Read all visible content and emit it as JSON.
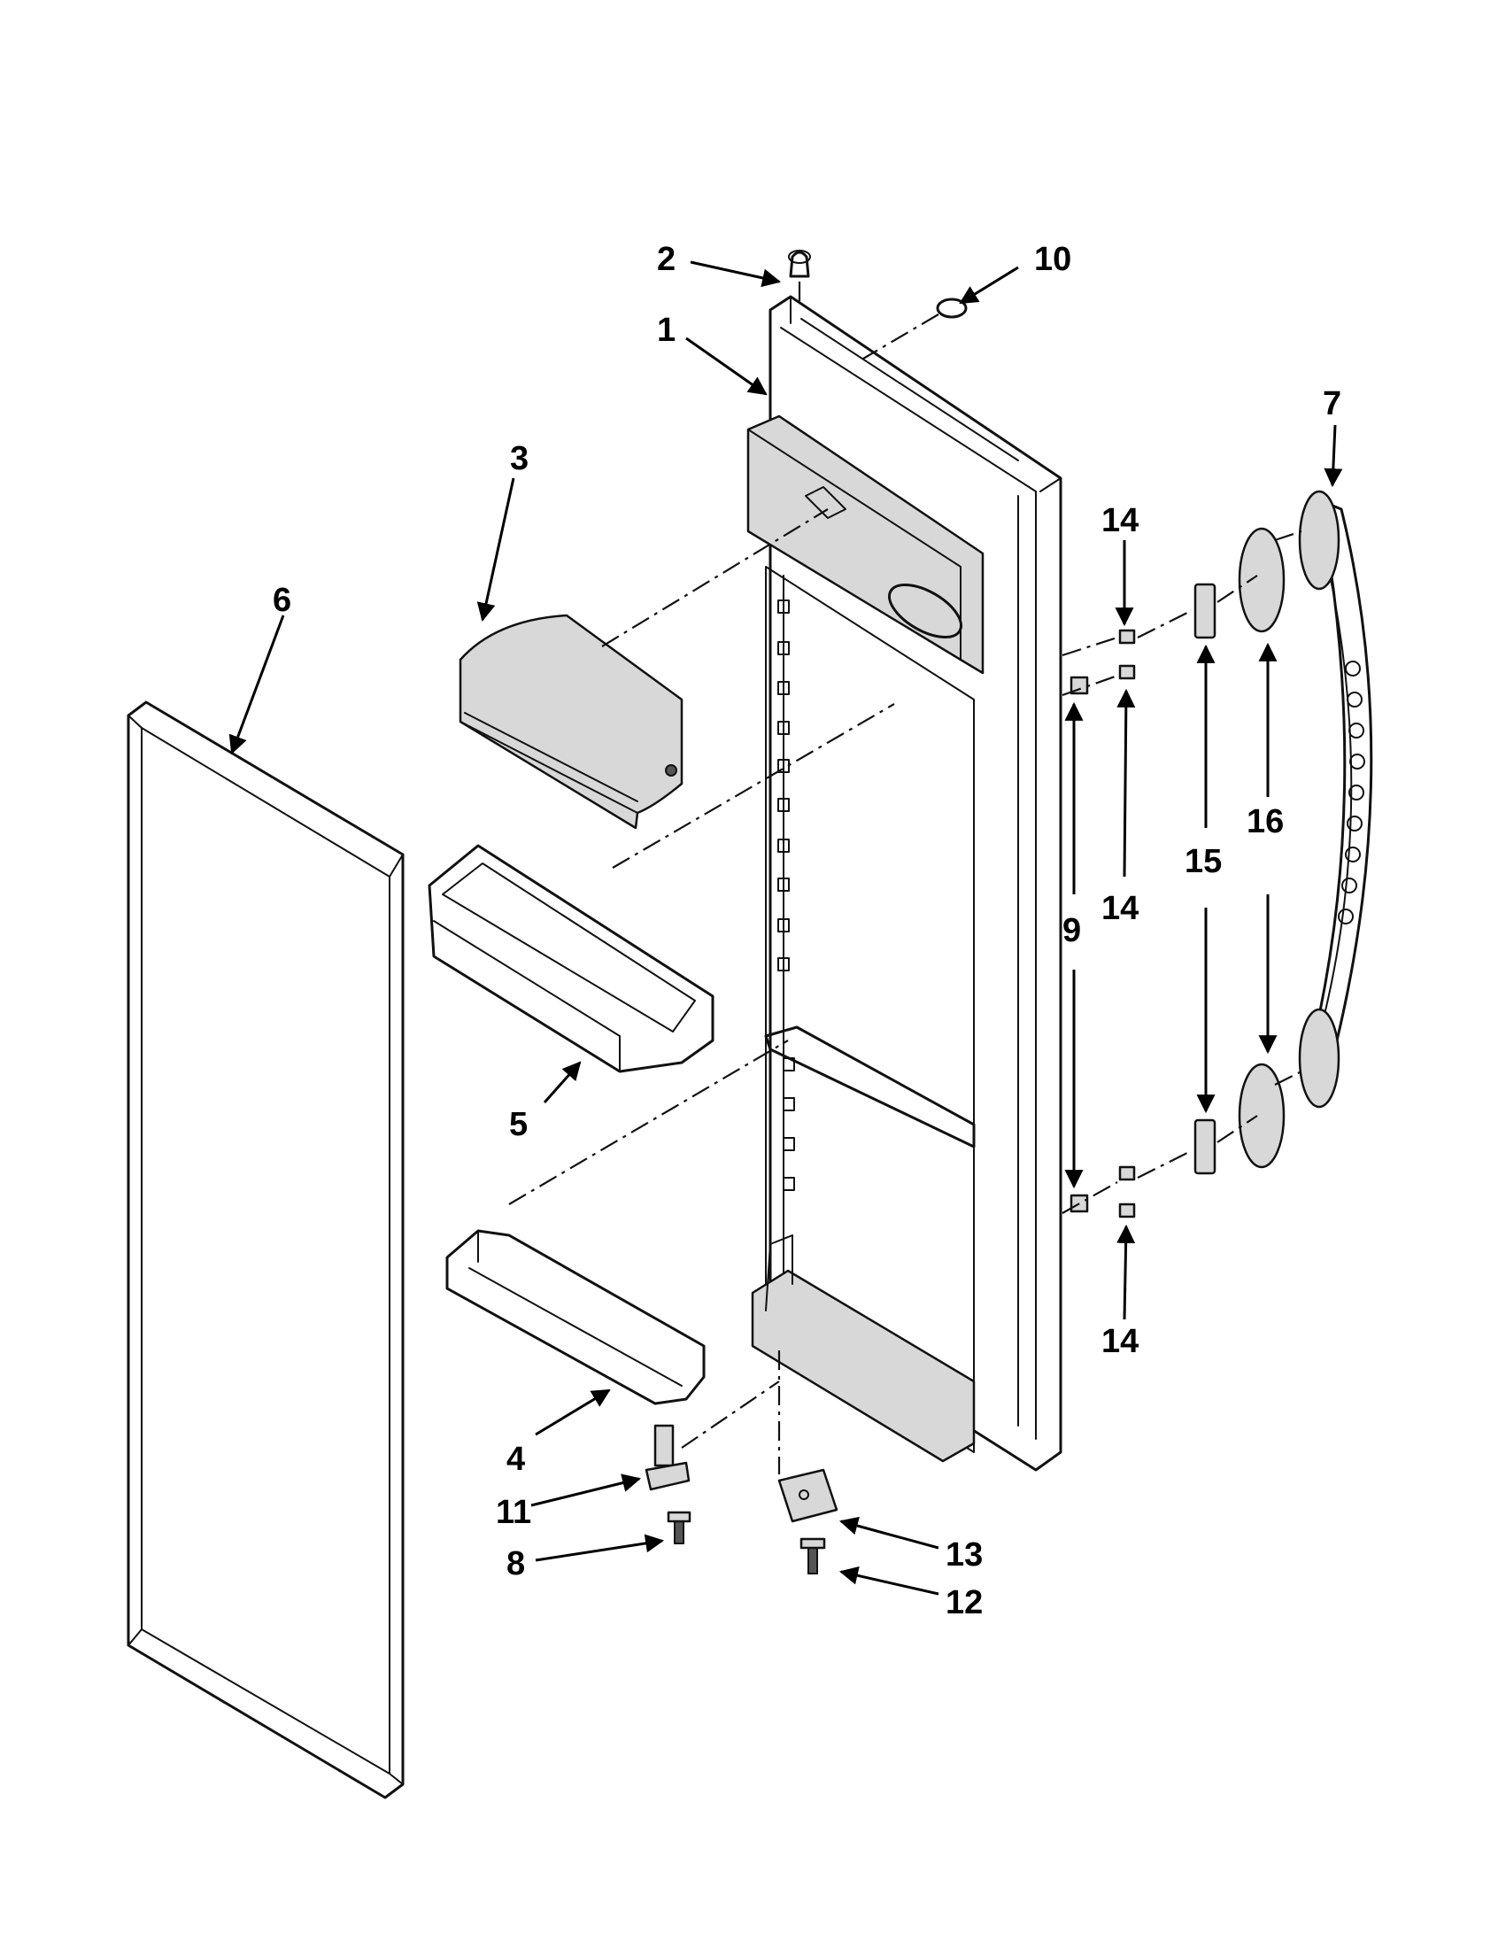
{
  "callouts": [
    {
      "id": "2",
      "text": "2"
    },
    {
      "id": "10",
      "text": "10"
    },
    {
      "id": "1",
      "text": "1"
    },
    {
      "id": "7",
      "text": "7"
    },
    {
      "id": "3",
      "text": "3"
    },
    {
      "id": "6",
      "text": "6"
    },
    {
      "id": "14a",
      "text": "14"
    },
    {
      "id": "16",
      "text": "16"
    },
    {
      "id": "15",
      "text": "15"
    },
    {
      "id": "9",
      "text": "9"
    },
    {
      "id": "14b",
      "text": "14"
    },
    {
      "id": "5",
      "text": "5"
    },
    {
      "id": "14c",
      "text": "14"
    },
    {
      "id": "4",
      "text": "4"
    },
    {
      "id": "11",
      "text": "11"
    },
    {
      "id": "8",
      "text": "8"
    },
    {
      "id": "13",
      "text": "13"
    },
    {
      "id": "12",
      "text": "12"
    }
  ]
}
